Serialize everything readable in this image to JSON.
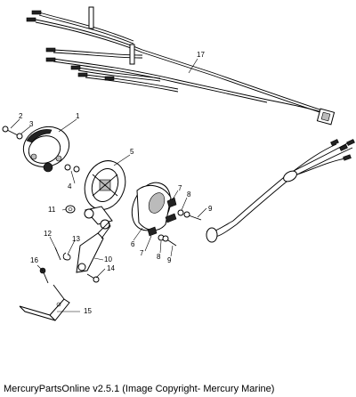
{
  "callouts": {
    "c1": "1",
    "c2": "2",
    "c3": "3",
    "c4": "4",
    "c5": "5",
    "c6": "6",
    "c7a": "7",
    "c7b": "7",
    "c8a": "8",
    "c8b": "8",
    "c9a": "9",
    "c9b": "9",
    "c10": "10",
    "c11": "11",
    "c12": "12",
    "c13": "13",
    "c14": "14",
    "c15": "15",
    "c16": "16",
    "c17": "17"
  },
  "footer": {
    "caption": "MercuryPartsOnline v2.5.1 (Image Copyright- Mercury Marine)"
  }
}
